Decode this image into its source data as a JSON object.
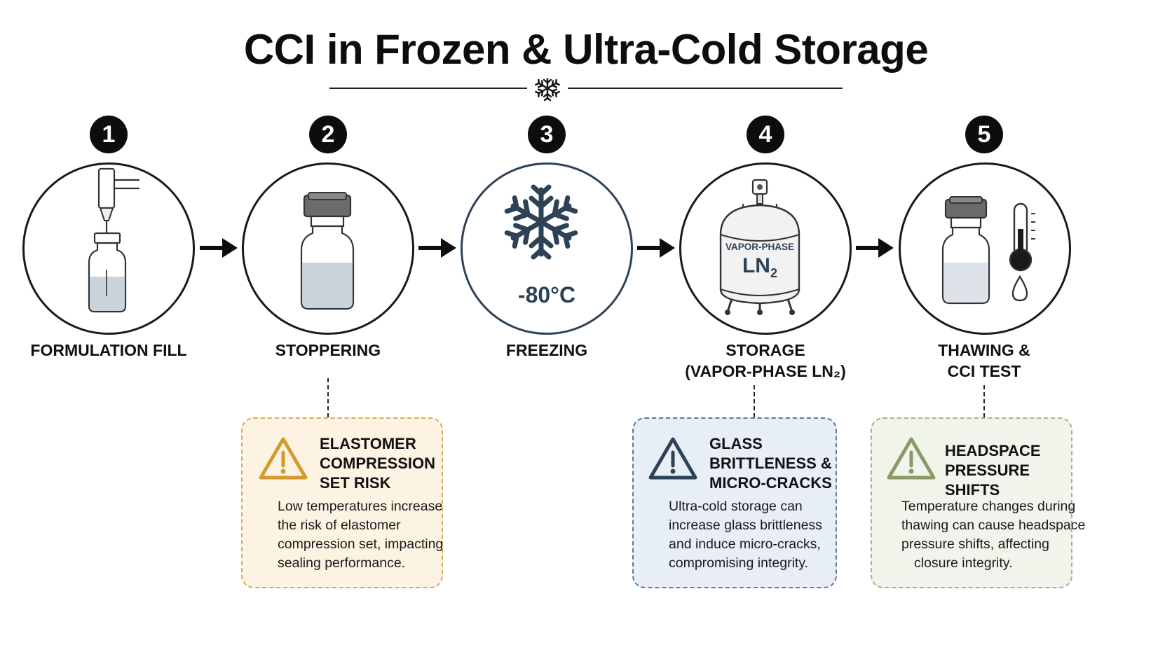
{
  "title": "CCI in Frozen & Ultra-Cold Storage",
  "colors": {
    "amber": "#d49a2e",
    "blue": "#2e4257",
    "green": "#8a9a64",
    "liquid": "#c9d3dc",
    "cap": "#6b6b6b"
  },
  "steps": [
    {
      "number": "1",
      "label_lines": [
        "FORMULATION FILL"
      ],
      "icon": "vial-filling-icon"
    },
    {
      "number": "2",
      "label_lines": [
        "STOPPERING"
      ],
      "icon": "stoppered-vial-icon"
    },
    {
      "number": "3",
      "label_lines": [
        "FREEZING"
      ],
      "icon": "snowflake-icon",
      "temperature": "-80°C"
    },
    {
      "number": "4",
      "label_lines": [
        "STORAGE",
        "(VAPOR-PHASE LN₂)"
      ],
      "icon": "ln2-dewar-icon",
      "tank_text": "VAPOR-PHASE",
      "tank_symbol": "LN",
      "tank_sub": "2"
    },
    {
      "number": "5",
      "label_lines": [
        "THAWING &",
        "CCI TEST"
      ],
      "icon": "vial-thermometer-icon"
    }
  ],
  "risks": [
    {
      "step": "2",
      "title_lines": [
        "ELASTOMER",
        "COMPRESSION",
        "SET RISK"
      ],
      "body_lines": [
        "Low temperatures increase",
        "the risk of elastomer",
        "compression set, impacting",
        "sealing performance."
      ]
    },
    {
      "step": "4",
      "title_lines": [
        "GLASS",
        "BRITTLENESS &",
        "MICRO-CRACKS"
      ],
      "body_lines": [
        "Ultra-cold storage can",
        "increase glass brittleness",
        "and induce micro-cracks,",
        "compromising integrity."
      ]
    },
    {
      "step": "5",
      "title_lines": [
        "HEADSPACE",
        "PRESSURE SHIFTS"
      ],
      "body_lines": [
        "Temperature changes during",
        "thawing can cause headspace",
        "pressure shifts, affecting",
        "closure integrity."
      ]
    }
  ]
}
